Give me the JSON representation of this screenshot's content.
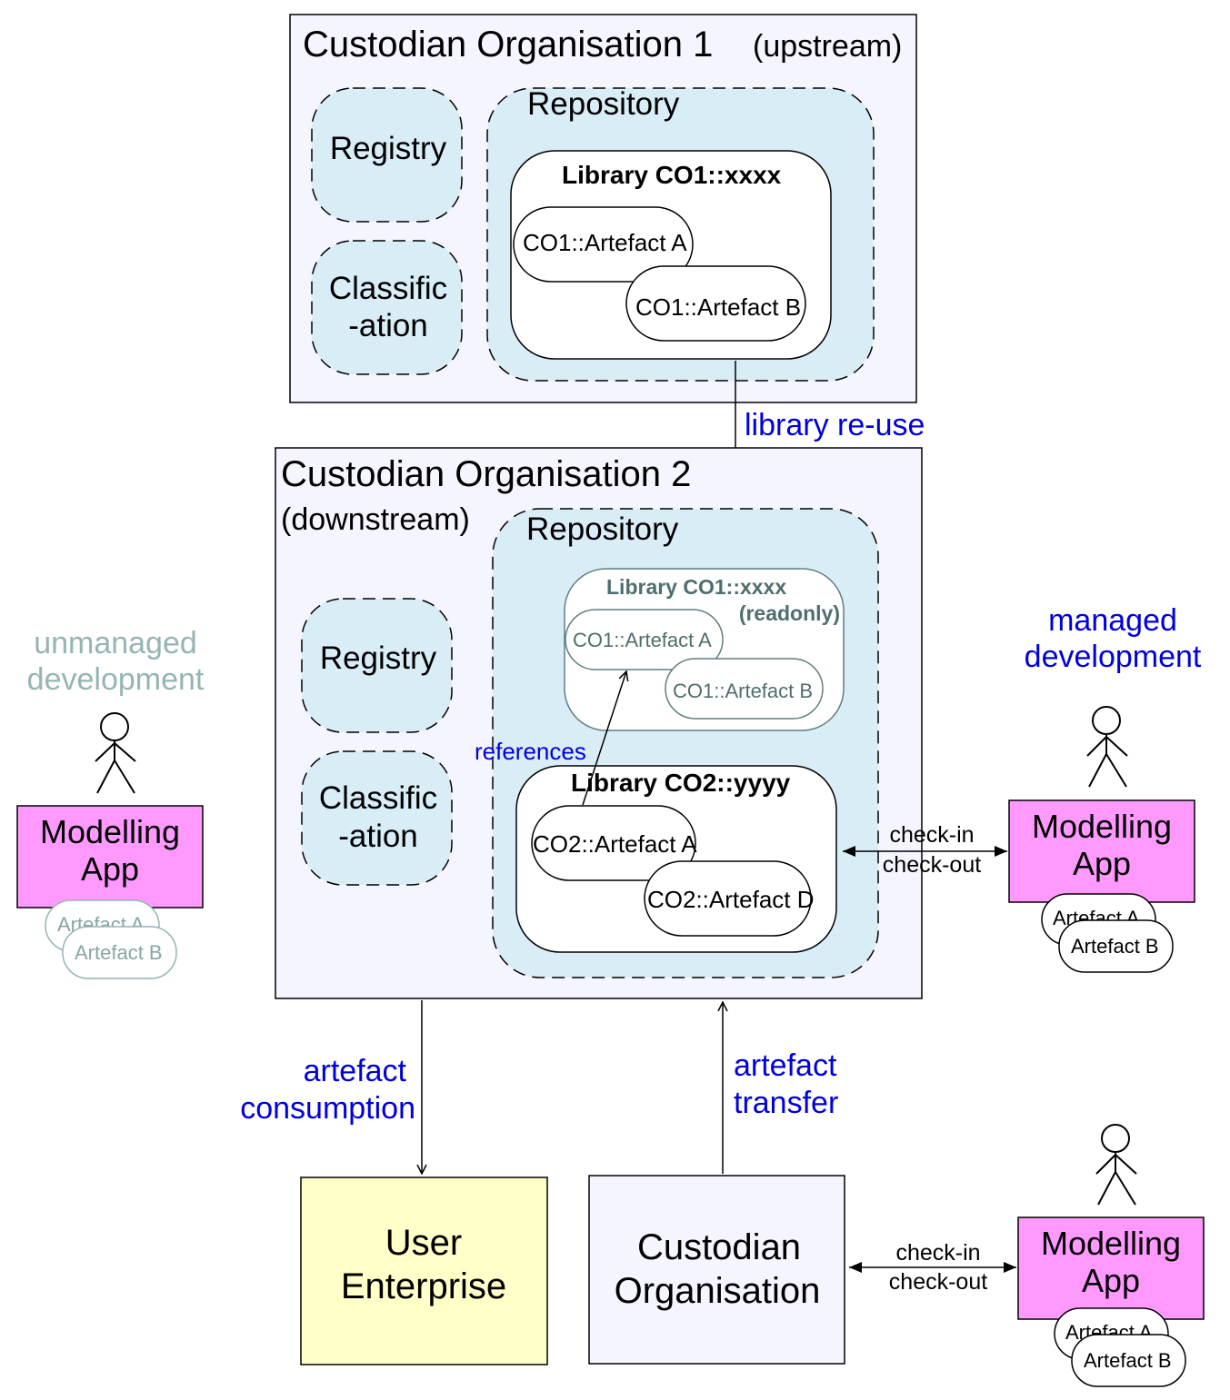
{
  "co1": {
    "title": "Custodian Organisation 1",
    "qualifier": "(upstream)",
    "registry": "Registry",
    "classification": [
      "Classific",
      "-ation"
    ],
    "repository": "Repository",
    "library": "Library  CO1::xxxx",
    "artefact_a": "CO1::Artefact A",
    "artefact_b": "CO1::Artefact B"
  },
  "co2": {
    "title": "Custodian Organisation 2",
    "qualifier": "(downstream)",
    "registry": "Registry",
    "classification": [
      "Classific",
      "-ation"
    ],
    "repository": "Repository",
    "readonly_library": "Library  CO1::xxxx",
    "readonly_tag": "(readonly)",
    "readonly_artefact_a": "CO1::Artefact A",
    "readonly_artefact_b": "CO1::Artefact B",
    "library": "Library  CO2::yyyy",
    "artefact_a": "CO2::Artefact A",
    "artefact_d": "CO2::Artefact D"
  },
  "labels": {
    "library_reuse": "library re-use",
    "references": "references",
    "artefact_consumption": [
      "artefact",
      "consumption"
    ],
    "artefact_transfer": [
      "artefact",
      "transfer"
    ],
    "unmanaged_development": [
      "unmanaged",
      "development"
    ],
    "managed_development": [
      "managed",
      "development"
    ],
    "check_in": "check-in",
    "check_out": "check-out"
  },
  "apps": {
    "modelling_app": [
      "Modelling",
      "App"
    ],
    "artefact_a": "Artefact A",
    "artefact_b": "Artefact B"
  },
  "bottom": {
    "user_enterprise": [
      "User",
      "Enterprise"
    ],
    "custodian_organisation": [
      "Custodian",
      "Organisation"
    ]
  },
  "colors": {
    "org_fill": "#f5f5ff",
    "component_fill": "#d9edf6",
    "app_fill": "#ff99ff",
    "user_fill": "#ffffc8",
    "label_blue": "#0000dd",
    "ghost_grey": "#96b4b4"
  }
}
